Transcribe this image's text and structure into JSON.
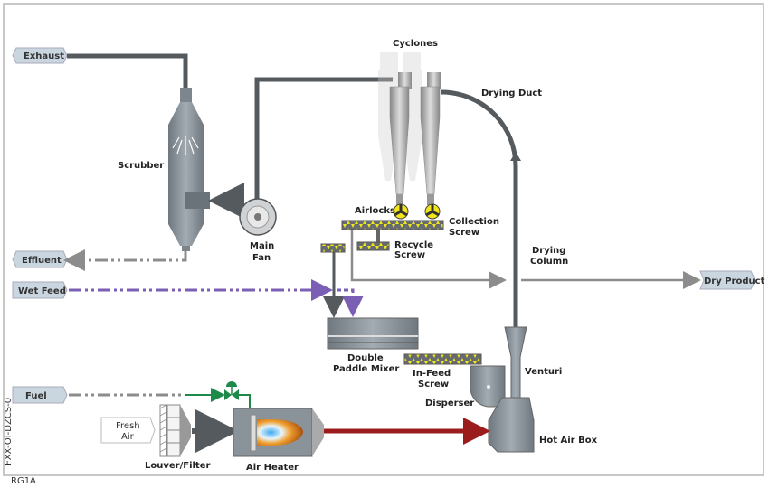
{
  "labels": {
    "exhaust": "Exhaust",
    "effluent": "Effluent",
    "wet_feed": "Wet Feed",
    "fuel": "Fuel",
    "fresh_air_1": "Fresh",
    "fresh_air_2": "Air",
    "dry_product": "Dry Product",
    "scrubber": "Scrubber",
    "main_fan_1": "Main",
    "main_fan_2": "Fan",
    "cyclones": "Cyclones",
    "drying_duct": "Drying Duct",
    "airlocks": "Airlocks",
    "collection_screw_1": "Collection",
    "collection_screw_2": "Screw",
    "recycle_screw_1": "Recycle",
    "recycle_screw_2": "Screw",
    "drying_column_1": "Drying",
    "drying_column_2": "Column",
    "mixer_1": "Double",
    "mixer_2": "Paddle Mixer",
    "infeed_1": "In-Feed",
    "infeed_2": "Screw",
    "venturi": "Venturi",
    "disperser": "Disperser",
    "hot_air_box": "Hot Air Box",
    "louver": "Louver/Filter",
    "air_heater": "Air Heater",
    "doc_code": "FXX-OI-DZCS-0",
    "ref": "RG1A"
  },
  "colors": {
    "duct": "#555a5e",
    "equipment": "#8a9399",
    "process_line": "#8c8c8c",
    "wet_feed": "#7b5fb5",
    "fuel_gas": "#1e8a4a",
    "hot_air": "#9b1c1c",
    "screw_flight": "#f2e51a",
    "tag": "#c9d6e0"
  }
}
